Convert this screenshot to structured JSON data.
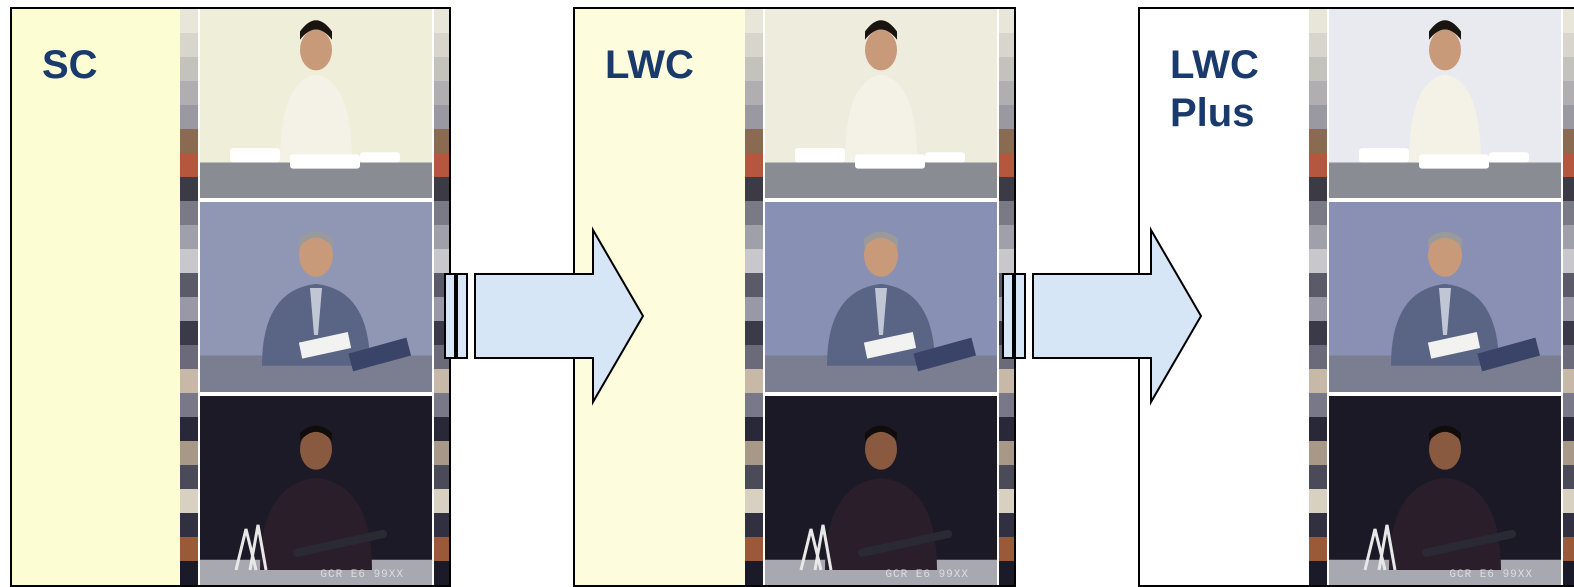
{
  "panels": [
    {
      "label": "SC",
      "bg": "#fdfdd4",
      "photo_tint": [
        "#efeed8",
        "#8f97b5",
        "#1c1a26"
      ],
      "caption": "GCR E6 99XX"
    },
    {
      "label": "LWC",
      "bg": "#fdfddd",
      "photo_tint": [
        "#edecdd",
        "#8890b3",
        "#1a1925"
      ],
      "caption": "GCR E6 99XX"
    },
    {
      "label": "LWC\nPlus",
      "bg": "#ffffff",
      "photo_tint": [
        "#e9eaf0",
        "#8990b3",
        "#1a1925"
      ],
      "caption": "GCR E6 99XX"
    }
  ],
  "photos": [
    {
      "name": "woman-with-food-photo"
    },
    {
      "name": "man-reading-book-photo"
    },
    {
      "name": "man-with-pen-photo"
    }
  ],
  "arrow_fill": "#d7e6f7",
  "icons": {
    "arrow": "right-arrow-icon"
  }
}
